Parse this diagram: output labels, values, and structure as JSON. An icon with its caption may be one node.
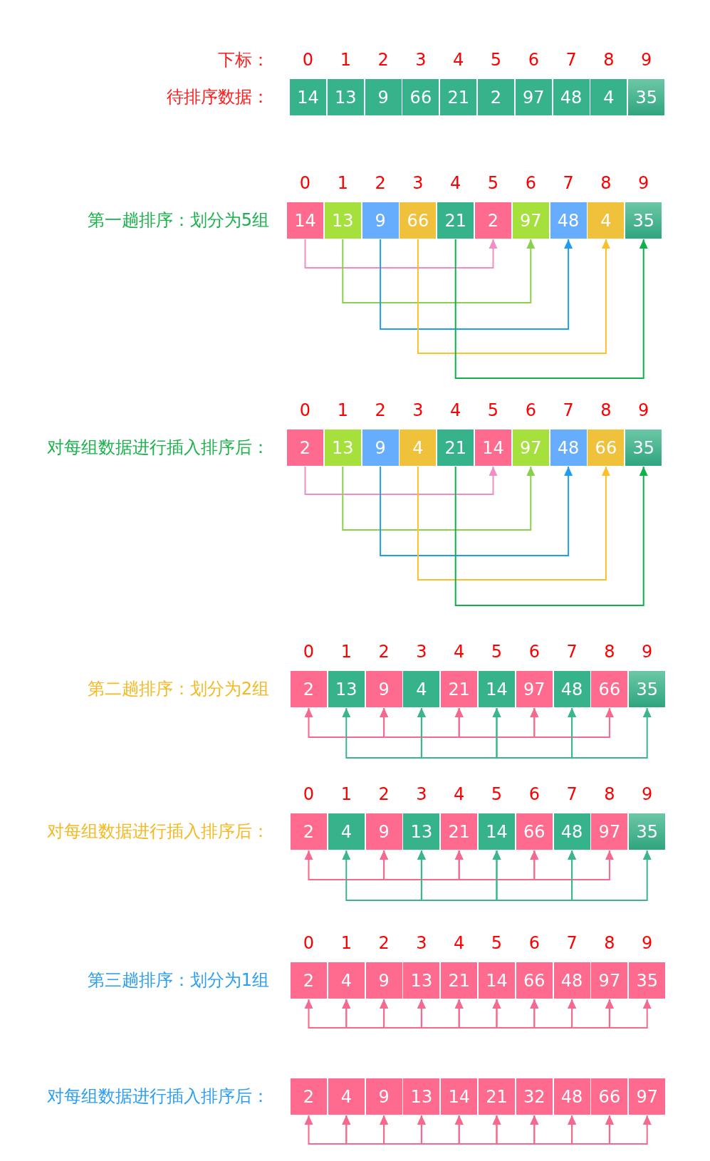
{
  "diagram": {
    "nodes": [
      {
        "text": [
          "14"
        ]
      },
      {
        "text": [
          "13"
        ]
      },
      {
        "text": [
          "9"
        ]
      },
      {
        "text": [
          "66"
        ]
      },
      {
        "text": [
          "21"
        ]
      },
      {
        "text": [
          "2"
        ]
      },
      {
        "text": [
          "97"
        ]
      },
      {
        "text": [
          "48"
        ]
      },
      {
        "text": [
          "4"
        ]
      },
      {
        "text": [
          "35"
        ]
      },
      {
        "text": [
          "14"
        ]
      },
      {
        "text": [
          "13"
        ]
      },
      {
        "text": [
          "9"
        ]
      },
      {
        "text": [
          "66"
        ]
      },
      {
        "text": [
          "21"
        ]
      },
      {
        "text": [
          "2"
        ]
      },
      {
        "text": [
          "97"
        ]
      },
      {
        "text": [
          "48"
        ]
      },
      {
        "text": [
          "4"
        ]
      },
      {
        "text": [
          "35"
        ]
      },
      {
        "text": [
          "2"
        ]
      },
      {
        "text": [
          "13"
        ]
      },
      {
        "text": [
          "9"
        ]
      },
      {
        "text": [
          "4"
        ]
      },
      {
        "text": [
          "21"
        ]
      },
      {
        "text": [
          "14"
        ]
      },
      {
        "text": [
          "97"
        ]
      },
      {
        "text": [
          "48"
        ]
      },
      {
        "text": [
          "66"
        ]
      },
      {
        "text": [
          "35"
        ]
      },
      {
        "text": [
          "2"
        ]
      },
      {
        "text": [
          "13"
        ]
      },
      {
        "text": [
          "9"
        ]
      },
      {
        "text": [
          "4"
        ]
      },
      {
        "text": [
          "21"
        ]
      },
      {
        "text": [
          "14"
        ]
      },
      {
        "text": [
          "97"
        ]
      },
      {
        "text": [
          "48"
        ]
      },
      {
        "text": [
          "66"
        ]
      },
      {
        "text": [
          "35"
        ]
      },
      {
        "text": [
          "2"
        ]
      },
      {
        "text": [
          "4"
        ]
      },
      {
        "text": [
          "9"
        ]
      },
      {
        "text": [
          "13"
        ]
      },
      {
        "text": [
          "21"
        ]
      },
      {
        "text": [
          "14"
        ]
      },
      {
        "text": [
          "66"
        ]
      },
      {
        "text": [
          "48"
        ]
      },
      {
        "text": [
          "97"
        ]
      },
      {
        "text": [
          "35"
        ]
      },
      {
        "text": [
          "2"
        ]
      },
      {
        "text": [
          "4"
        ]
      },
      {
        "text": [
          "9"
        ]
      },
      {
        "text": [
          "13"
        ]
      },
      {
        "text": [
          "21"
        ]
      },
      {
        "text": [
          "14"
        ]
      },
      {
        "text": [
          "66"
        ]
      },
      {
        "text": [
          "48"
        ]
      },
      {
        "text": [
          "97"
        ]
      },
      {
        "text": [
          "35"
        ]
      },
      {
        "text": [
          "2"
        ]
      },
      {
        "text": [
          "4"
        ]
      },
      {
        "text": [
          "9"
        ]
      },
      {
        "text": [
          "13"
        ]
      },
      {
        "text": [
          "14"
        ]
      },
      {
        "text": [
          "21"
        ]
      },
      {
        "text": [
          "32"
        ]
      },
      {
        "text": [
          "48"
        ]
      },
      {
        "text": [
          "66"
        ]
      },
      {
        "text": [
          "97"
        ]
      }
    ],
    "edges": [
      {
        "from": 10,
        "to": 15,
        "arrow": "to",
        "color": "#f28cc5"
      },
      {
        "from": 11,
        "to": 16,
        "arrow": "to",
        "color": "#8ccf4d"
      },
      {
        "from": 12,
        "to": 17,
        "arrow": "to",
        "color": "#1e9df5"
      },
      {
        "from": 13,
        "to": 18,
        "arrow": "to",
        "color": "#fbbf2a"
      },
      {
        "from": 14,
        "to": 19,
        "arrow": "to",
        "color": "#10b04a"
      },
      {
        "from": 20,
        "to": 25,
        "arrow": "to",
        "color": "#f28cc5"
      },
      {
        "from": 21,
        "to": 26,
        "arrow": "to",
        "color": "#8ccf4d"
      },
      {
        "from": 22,
        "to": 27,
        "arrow": "to",
        "color": "#1e9df5"
      },
      {
        "from": 23,
        "to": 28,
        "arrow": "to",
        "color": "#fbbf2a"
      },
      {
        "from": 24,
        "to": 29,
        "arrow": "to",
        "color": "#10b04a"
      },
      {
        "from": 30,
        "to": 32,
        "arrow": "both"
      },
      {
        "from": 32,
        "to": 34,
        "arrow": "both"
      },
      {
        "from": 34,
        "to": 36,
        "arrow": "both"
      },
      {
        "from": 36,
        "to": 38,
        "arrow": "both"
      },
      {
        "from": 31,
        "to": 33,
        "arrow": "both",
        "color": "#3bb58c"
      },
      {
        "from": 33,
        "to": 35,
        "arrow": "both",
        "color": "#3bb58c"
      },
      {
        "from": 35,
        "to": 37,
        "arrow": "both",
        "color": "#3bb58c"
      },
      {
        "from": 37,
        "to": 39,
        "arrow": "both",
        "color": "#3bb58c"
      },
      {
        "from": 40,
        "to": 42,
        "arrow": "both"
      },
      {
        "from": 42,
        "to": 44,
        "arrow": "both"
      },
      {
        "from": 44,
        "to": 46,
        "arrow": "both"
      },
      {
        "from": 46,
        "to": 48,
        "arrow": "both"
      },
      {
        "from": 41,
        "to": 43,
        "arrow": "both",
        "color": "#3bb58c"
      },
      {
        "from": 43,
        "to": 45,
        "arrow": "both",
        "color": "#3bb58c"
      },
      {
        "from": 45,
        "to": 47,
        "arrow": "both",
        "color": "#3bb58c"
      },
      {
        "from": 47,
        "to": 49,
        "arrow": "both",
        "color": "#3bb58c"
      },
      {
        "from": 50,
        "to": 51,
        "arrow": "both"
      },
      {
        "from": 51,
        "to": 52,
        "arrow": "both"
      },
      {
        "from": 52,
        "to": 53,
        "arrow": "both"
      },
      {
        "from": 53,
        "to": 54,
        "arrow": "both"
      },
      {
        "from": 54,
        "to": 55,
        "arrow": "both"
      },
      {
        "from": 55,
        "to": 56,
        "arrow": "both"
      },
      {
        "from": 56,
        "to": 57,
        "arrow": "both"
      },
      {
        "from": 57,
        "to": 58,
        "arrow": "both"
      },
      {
        "from": 58,
        "to": 59,
        "arrow": "both"
      },
      {
        "from": 60,
        "to": 61,
        "arrow": "both"
      },
      {
        "from": 61,
        "to": 62,
        "arrow": "both"
      },
      {
        "from": 62,
        "to": 63,
        "arrow": "both"
      },
      {
        "from": 63,
        "to": 64,
        "arrow": "both"
      },
      {
        "from": 64,
        "to": 65,
        "arrow": "both"
      },
      {
        "from": 65,
        "to": 66,
        "arrow": "both"
      },
      {
        "from": 66,
        "to": 67,
        "arrow": "both"
      },
      {
        "from": 67,
        "to": 68,
        "arrow": "both"
      },
      {
        "from": 68,
        "to": 69,
        "arrow": "both"
      }
    ],
    "labels": [
      "下标：",
      "0",
      "1",
      "2",
      "3",
      "4",
      "5",
      "6",
      "7",
      "8",
      "9",
      "待排序数据：",
      "0",
      "1",
      "2",
      "3",
      "4",
      "5",
      "6",
      "7",
      "8",
      "9",
      "第一趟排序：划分为5组",
      "0",
      "1",
      "2",
      "3",
      "4",
      "5",
      "6",
      "7",
      "8",
      "9",
      "对每组数据进行插入排序后：",
      "0",
      "1",
      "2",
      "3",
      "4",
      "5",
      "6",
      "7",
      "8",
      "9",
      "第二趟排序：划分为2组",
      "0",
      "1",
      "2",
      "3",
      "4",
      "5",
      "6",
      "7",
      "8",
      "9",
      "对每组数据进行插入排序后：",
      "0",
      "1",
      "2",
      "3",
      "4",
      "5",
      "6",
      "7",
      "8",
      "9",
      "第三趟排序：划分为1组",
      "对每组数据进行插入排序后："
    ]
  }
}
